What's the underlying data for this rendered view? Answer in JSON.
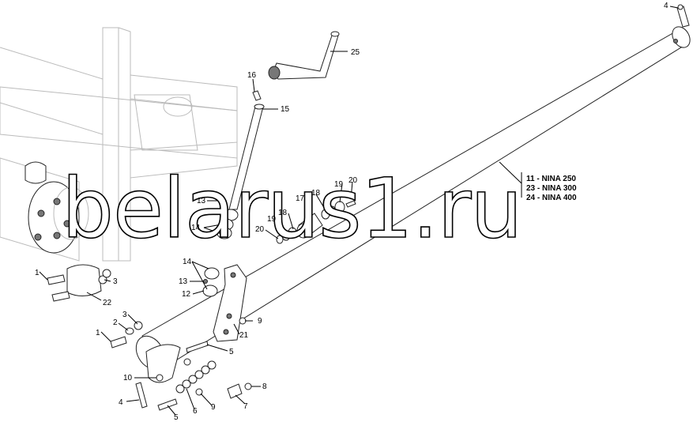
{
  "watermark": "belarus1.ru",
  "legend": [
    "11 - NINA 250",
    "23 - NINA 300",
    "24 - NINA 400"
  ],
  "callouts": [
    "1",
    "1",
    "2",
    "3",
    "3",
    "4",
    "4",
    "5",
    "5",
    "6",
    "7",
    "8",
    "9",
    "9",
    "10",
    "12",
    "13",
    "13",
    "14",
    "14",
    "15",
    "16",
    "17",
    "18",
    "18",
    "19",
    "19",
    "20",
    "20",
    "21",
    "22",
    "25"
  ]
}
